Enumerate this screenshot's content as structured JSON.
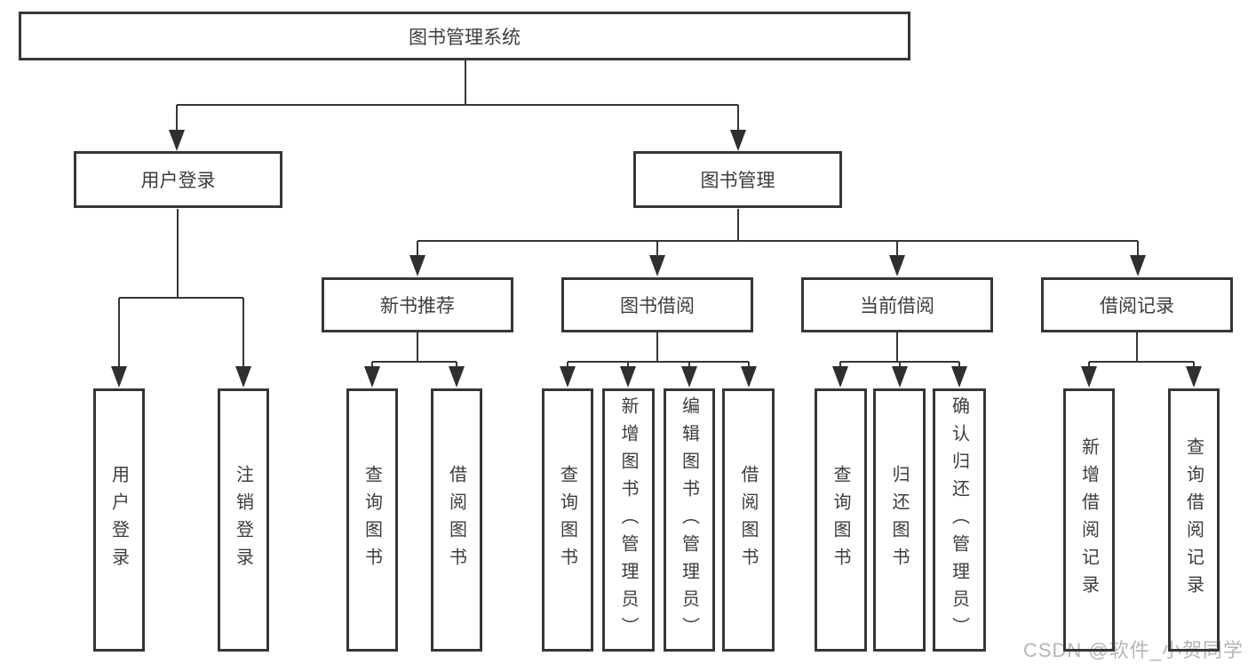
{
  "diagram": {
    "root": {
      "label": "图书管理系统"
    },
    "level2": [
      {
        "label": "用户登录"
      },
      {
        "label": "图书管理"
      }
    ],
    "level3": [
      {
        "label": "新书推荐"
      },
      {
        "label": "图书借阅"
      },
      {
        "label": "当前借阅"
      },
      {
        "label": "借阅记录"
      }
    ],
    "leaves": [
      {
        "label": "用户登录",
        "parent": "用户登录"
      },
      {
        "label": "注销登录",
        "parent": "用户登录"
      },
      {
        "label": "查询图书",
        "parent": "新书推荐"
      },
      {
        "label": "借阅图书",
        "parent": "新书推荐"
      },
      {
        "label": "查询图书",
        "parent": "图书借阅"
      },
      {
        "label": "新增图书（管理员）",
        "parent": "图书借阅"
      },
      {
        "label": "编辑图书（管理员）",
        "parent": "图书借阅"
      },
      {
        "label": "借阅图书",
        "parent": "图书借阅"
      },
      {
        "label": "查询图书",
        "parent": "当前借阅"
      },
      {
        "label": "归还图书",
        "parent": "当前借阅"
      },
      {
        "label": "确认归还（管理员）",
        "parent": "当前借阅"
      },
      {
        "label": "新增借阅记录",
        "parent": "借阅记录"
      },
      {
        "label": "查询借阅记录",
        "parent": "借阅记录"
      }
    ],
    "colors": {
      "line": "#363636",
      "box_border": "#363636",
      "text": "#3d3d3d",
      "watermark": "#b5b5b5",
      "background": "#ffffff"
    }
  },
  "watermark": {
    "text": "CSDN @软件_小贺同学"
  }
}
